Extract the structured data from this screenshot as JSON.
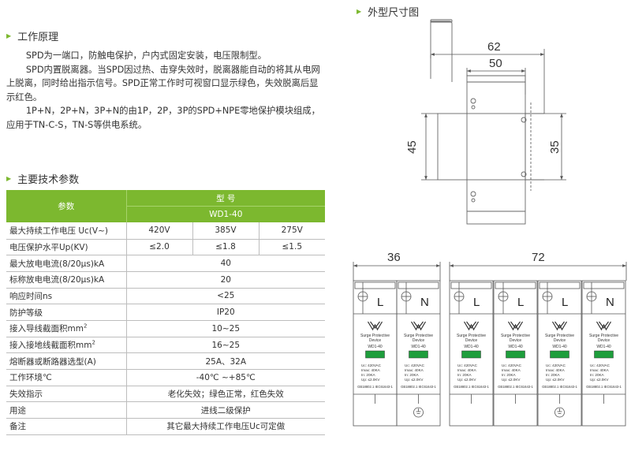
{
  "sections": {
    "principle": "工作原理",
    "params": "主要技术参数",
    "dimensions": "外型尺寸图"
  },
  "principle_paragraphs": [
    "SPD为一端口，防触电保护，户内式固定安装，电压限制型。",
    "SPD内置脱离器。当SPD因过热、击穿失效时，脱离器能自动的将其从电网上脱离，同时给出指示信号。SPD正常工作时可视窗口显示绿色，失效脱离后显示红色。",
    "1P+N，2P+N，3P+N的由1P，2P，3P的SPD+NPE零地保护模块组成，应用于TN-C-S，TN-S等供电系统。"
  ],
  "table": {
    "header_param": "参数",
    "header_model": "型  号",
    "model": "WD1-40",
    "rows": [
      {
        "label": "最大持续工作电压 Uc(V~)",
        "values": [
          "420V",
          "385V",
          "275V"
        ]
      },
      {
        "label": "电压保护水平Up(KV)",
        "values": [
          "≤2.0",
          "≤1.8",
          "≤1.5"
        ]
      },
      {
        "label": "最大放电电流(8/20μs)kA",
        "value": "40"
      },
      {
        "label": "标称放电电流(8/20μs)kA",
        "value": "20"
      },
      {
        "label": "响应时间ns",
        "value": "<25"
      },
      {
        "label": "防护等级",
        "value": "IP20"
      },
      {
        "label": "接入导线截面积mm",
        "sup": "2",
        "value": "10~25"
      },
      {
        "label": "接入接地线截面积mm",
        "sup": "2",
        "value": "16~25"
      },
      {
        "label": "熔断器或断路器选型(A)",
        "value": "25A、32A"
      },
      {
        "label": "工作环境℃",
        "value": "-40℃ ~+85℃"
      },
      {
        "label": "失效指示",
        "value": "老化失效；绿色正常，红色失效"
      },
      {
        "label": "用途",
        "value": "进线二级保护"
      },
      {
        "label": "备注",
        "value": "其它最大持续工作电压Uc可定做"
      }
    ]
  },
  "drawing": {
    "dim_62": "62",
    "dim_50": "50",
    "dim_45": "45",
    "dim_35": "35",
    "dim_36": "36",
    "dim_72": "72"
  },
  "modules": [
    {
      "letter": "L",
      "ground": false
    },
    {
      "letter": "N",
      "ground": true
    },
    {
      "letter": "L",
      "ground": false
    },
    {
      "letter": "L",
      "ground": false
    },
    {
      "letter": "L",
      "ground": true
    },
    {
      "letter": "N",
      "ground": false
    }
  ],
  "module_text": {
    "name1": "Surge Protective",
    "name2": "Device",
    "model": "WD1-40",
    "spec1": "Uc: 420VAC",
    "spec2": "Imax: 40KA",
    "spec3": "In:   20KA",
    "spec4": "Up: ≤2.0KV",
    "standard": "GB18802.1 IEC61643-1"
  },
  "colors": {
    "accent": "#7cb82f",
    "indicator": "#1e9e3c",
    "line": "#555555"
  }
}
